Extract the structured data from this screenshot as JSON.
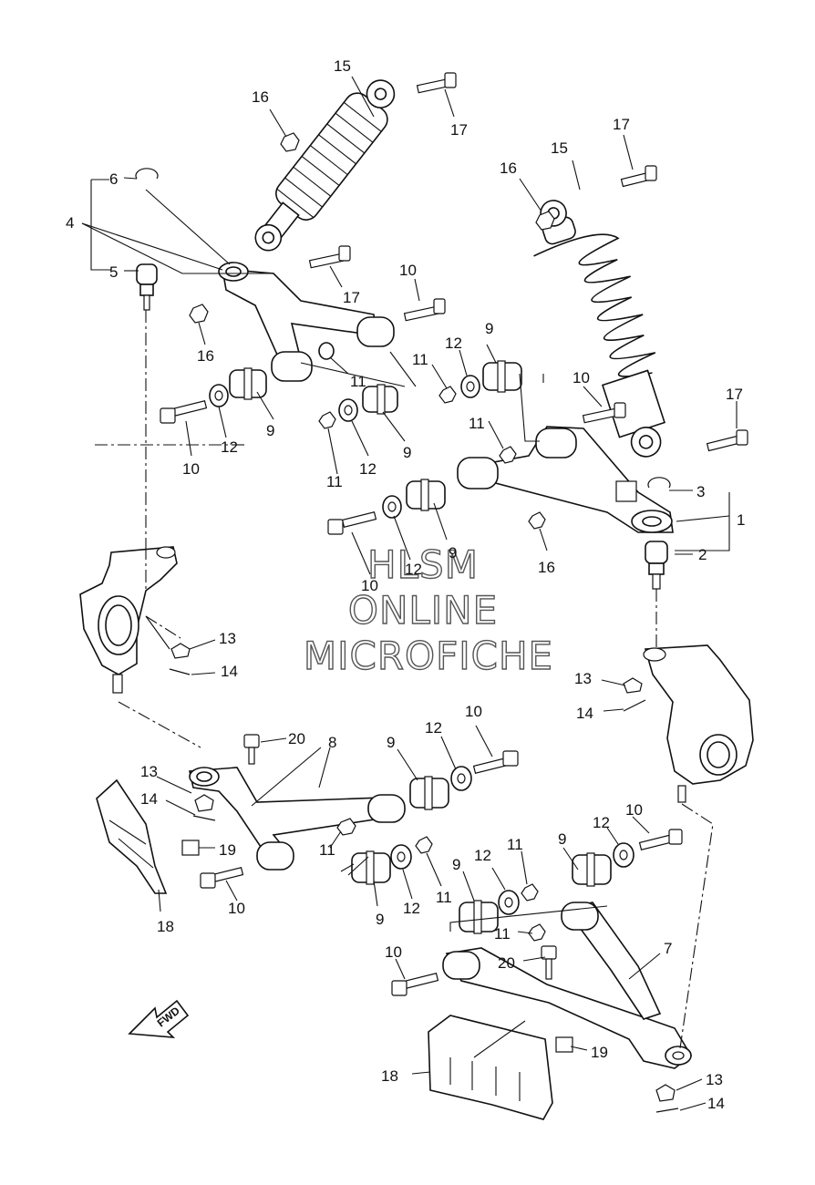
{
  "watermark": {
    "line1": "HLSM",
    "line2": "ONLINE",
    "line3": "MICROFICHE"
  },
  "direction_arrow": {
    "label": "FWD",
    "icon": "fwd-arrow-icon"
  },
  "callouts": {
    "c1": "1",
    "c2": "2",
    "c3": "3",
    "c4": "4",
    "c5": "5",
    "c6": "6",
    "c7": "7",
    "c8": "8",
    "c9a": "9",
    "c9b": "9",
    "c9c": "9",
    "c9d": "9",
    "c9e": "9",
    "c9f": "9",
    "c9g": "9",
    "c9h": "9",
    "c10a": "10",
    "c10b": "10",
    "c10c": "10",
    "c10d": "10",
    "c10e": "10",
    "c10f": "10",
    "c10g": "10",
    "c10h": "10",
    "c11a": "11",
    "c11b": "11",
    "c11c": "11",
    "c11d": "11",
    "c11e": "11",
    "c11f": "11",
    "c11g": "11",
    "c11h": "11",
    "c12a": "12",
    "c12b": "12",
    "c12c": "12",
    "c12d": "12",
    "c12e": "12",
    "c12f": "12",
    "c12g": "12",
    "c12h": "12",
    "c13a": "13",
    "c13b": "13",
    "c13c": "13",
    "c13d": "13",
    "c14a": "14",
    "c14b": "14",
    "c14c": "14",
    "c14d": "14",
    "c15a": "15",
    "c15b": "15",
    "c16a": "16",
    "c16b": "16",
    "c16c": "16",
    "c16d": "16",
    "c17a": "17",
    "c17b": "17",
    "c17c": "17",
    "c17d": "17",
    "c18a": "18",
    "c18b": "18",
    "c19a": "19",
    "c19b": "19",
    "c20a": "20",
    "c20b": "20"
  }
}
